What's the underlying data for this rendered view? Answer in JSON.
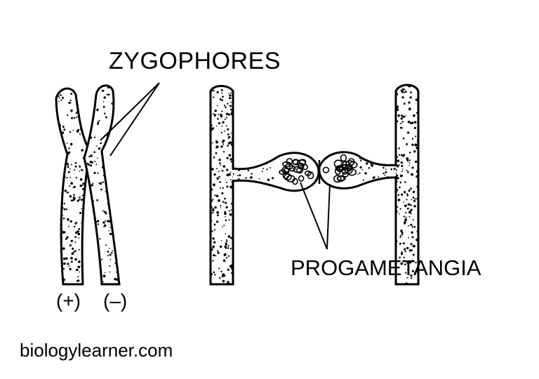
{
  "labels": {
    "zygophores": "ZYGOPHORES",
    "progametangia": "PROGAMETANGIA",
    "plus_strain": "(+)",
    "minus_strain": "(–)",
    "watermark": "biologylearner.com"
  },
  "colors": {
    "ink": "#000000",
    "background": "#ffffff"
  }
}
